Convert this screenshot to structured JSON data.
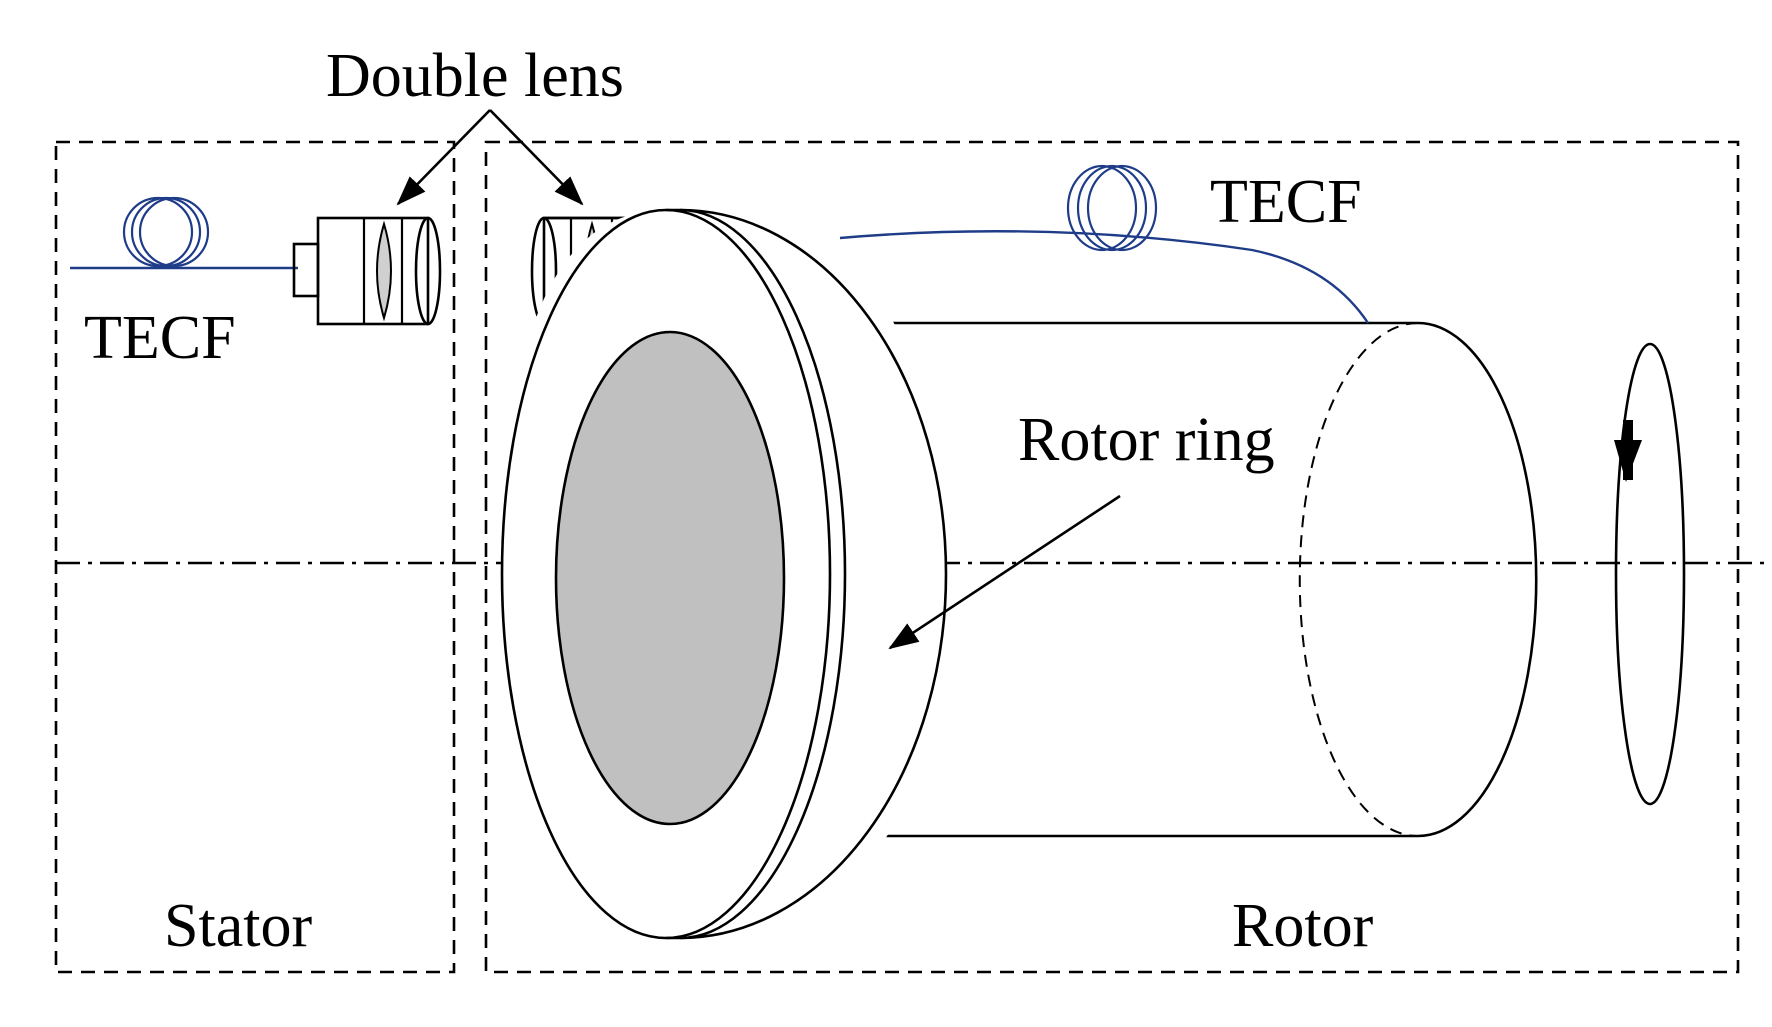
{
  "labels": {
    "double_lens": "Double lens",
    "tecf_left": "TECF",
    "tecf_right": "TECF",
    "rotor_ring": "Rotor ring",
    "stator": "Stator",
    "rotor": "Rotor"
  },
  "colors": {
    "fiber": "#1f3c88",
    "lens_fill": "#d0d0d0",
    "rotor_face_fill": "#c0c0c0",
    "line": "#000000"
  }
}
